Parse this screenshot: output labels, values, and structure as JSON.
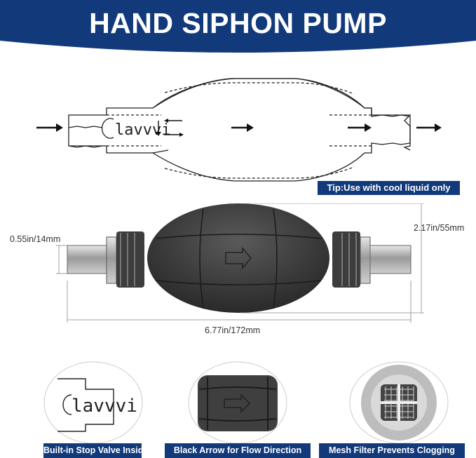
{
  "banner": {
    "title": "HAND SIPHON PUMP",
    "color": "#123a7b"
  },
  "diagram": {
    "spring_label": "lavvvi"
  },
  "tip": {
    "text": "Tip:Use with cool liquid only"
  },
  "dimensions": {
    "fitting": "0.55in/14mm",
    "height": "2.17in/55mm",
    "length": "6.77in/172mm"
  },
  "features": [
    {
      "label": "Built-in Stop Valve Inside"
    },
    {
      "label": "Black Arrow for Flow Direction"
    },
    {
      "label": "Mesh Filter Prevents Clogging"
    }
  ]
}
